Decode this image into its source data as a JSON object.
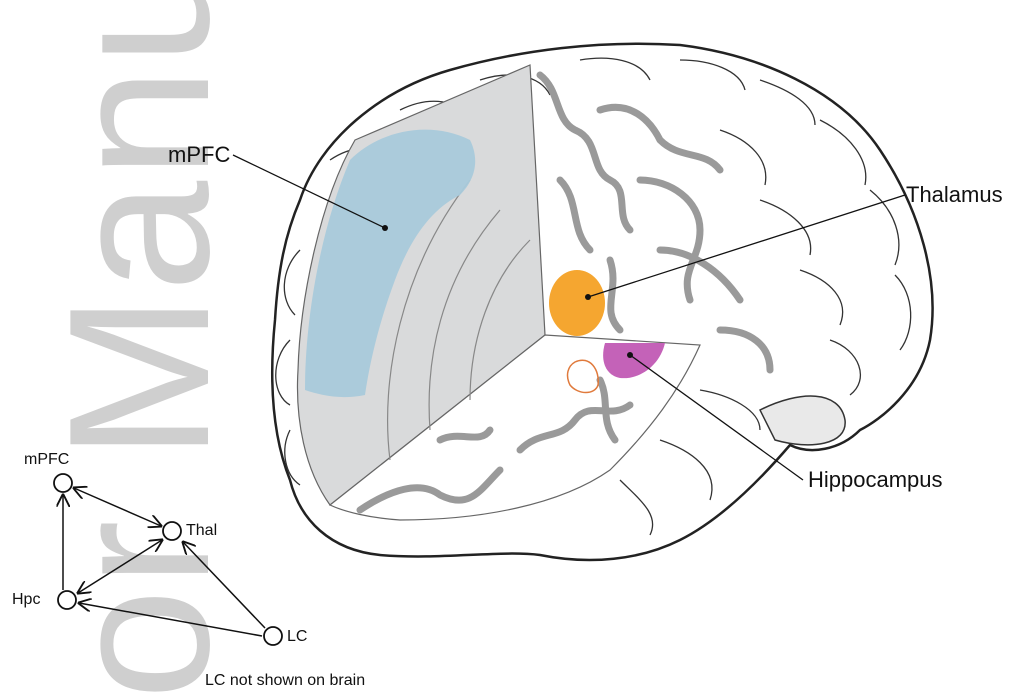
{
  "watermark": "or Manus",
  "labels": {
    "mpfc": "mPFC",
    "thalamus": "Thalamus",
    "hippocampus": "Hippocampus"
  },
  "network": {
    "nodes": {
      "mpfc": "mPFC",
      "thal": "Thal",
      "hpc": "Hpc",
      "lc": "LC"
    },
    "note": "LC not shown on brain"
  },
  "colors": {
    "mpfc_region": "#a9cadb",
    "thalamus_region": "#f5a630",
    "hippocampus_region": "#c462b8",
    "cut_surface": "#d9dadb",
    "outline": "#2a2a2a",
    "small_outline": "#e07a3c"
  }
}
